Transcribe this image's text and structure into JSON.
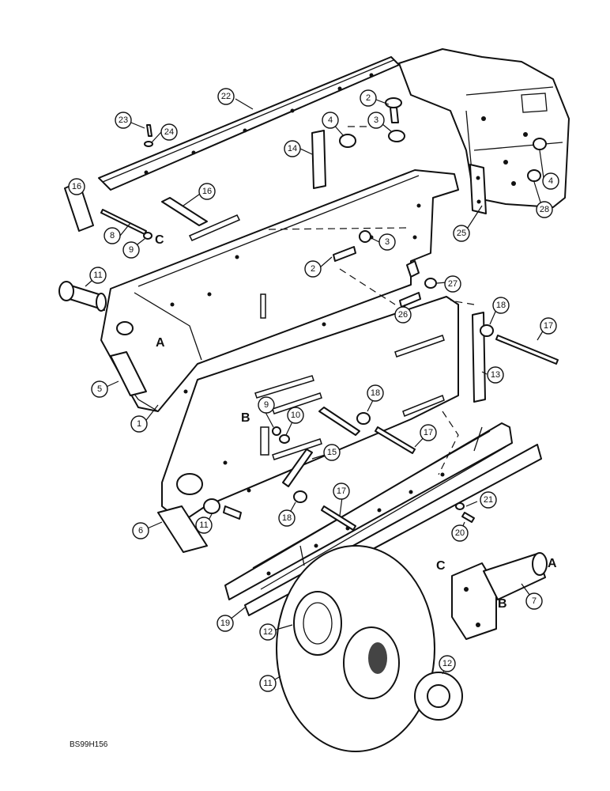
{
  "document_id": "BS99H156",
  "callouts": [
    {
      "label": "22"
    },
    {
      "label": "2"
    },
    {
      "label": "23"
    },
    {
      "label": "24"
    },
    {
      "label": "4"
    },
    {
      "label": "3"
    },
    {
      "label": "14"
    },
    {
      "label": "4"
    },
    {
      "label": "28"
    },
    {
      "label": "16"
    },
    {
      "label": "16"
    },
    {
      "label": "8"
    },
    {
      "label": "9"
    },
    {
      "label": "3"
    },
    {
      "label": "25"
    },
    {
      "label": "11"
    },
    {
      "label": "2"
    },
    {
      "label": "27"
    },
    {
      "label": "26"
    },
    {
      "label": "18"
    },
    {
      "label": "17"
    },
    {
      "label": "5"
    },
    {
      "label": "13"
    },
    {
      "label": "1"
    },
    {
      "label": "9"
    },
    {
      "label": "18"
    },
    {
      "label": "10"
    },
    {
      "label": "17"
    },
    {
      "label": "15"
    },
    {
      "label": "17"
    },
    {
      "label": "21"
    },
    {
      "label": "6"
    },
    {
      "label": "11"
    },
    {
      "label": "18"
    },
    {
      "label": "20"
    },
    {
      "label": "7"
    },
    {
      "label": "19"
    },
    {
      "label": "12"
    },
    {
      "label": "11"
    },
    {
      "label": "12"
    }
  ],
  "reference_letters": [
    {
      "label": "C"
    },
    {
      "label": "A"
    },
    {
      "label": "B"
    },
    {
      "label": "C"
    },
    {
      "label": "A"
    },
    {
      "label": "B"
    }
  ]
}
